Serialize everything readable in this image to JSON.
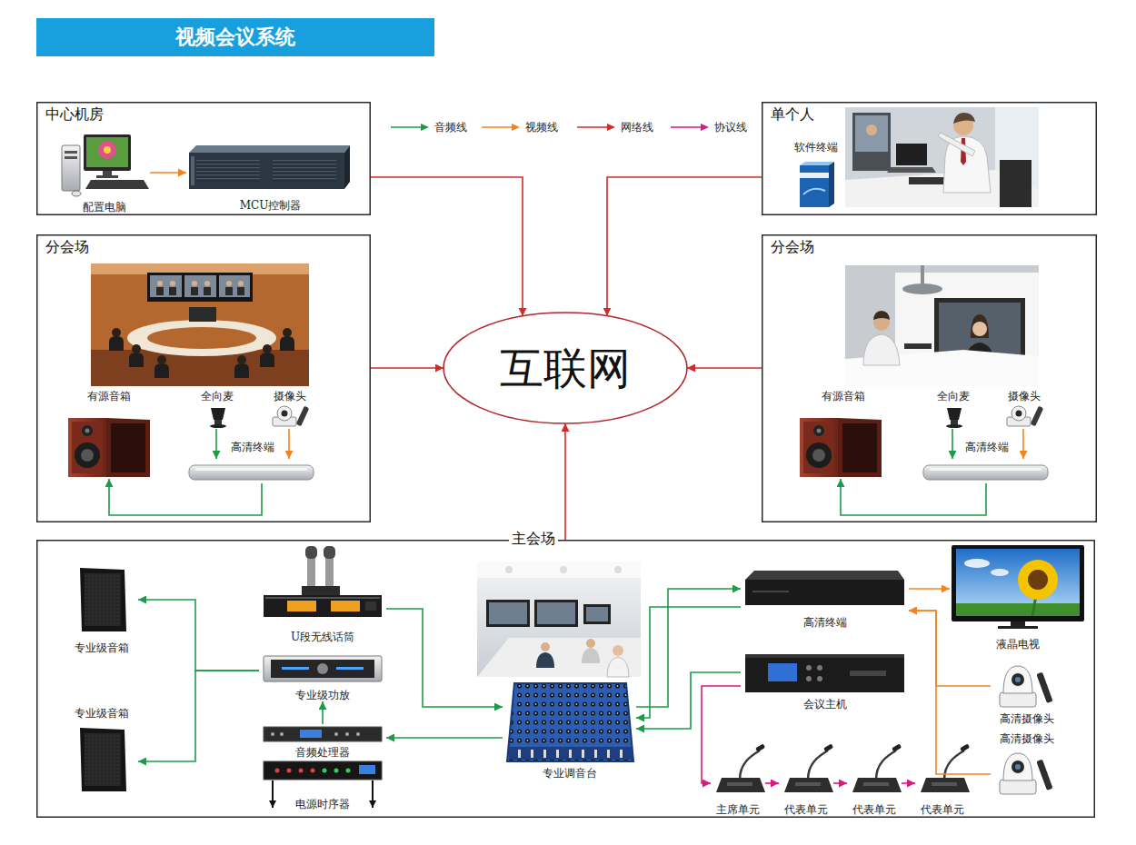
{
  "diagram": {
    "title": "视频会议系统",
    "nodes": [
      {
        "text": [
          "中心机房"
        ]
      },
      {
        "text": [
          "配置电脑"
        ],
        "in": 0
      },
      {
        "text": [
          "MCU控制器"
        ],
        "in": 0
      },
      {
        "text": [
          "单个人"
        ]
      },
      {
        "text": [
          "软件终端"
        ],
        "in": 3
      },
      {
        "text": [
          "分会场"
        ]
      },
      {
        "text": [
          "有源音箱"
        ],
        "in": 5
      },
      {
        "text": [
          "全向麦"
        ],
        "in": 5
      },
      {
        "text": [
          "摄像头"
        ],
        "in": 5
      },
      {
        "text": [
          "高清终端"
        ],
        "in": 5
      },
      {
        "text": [
          "分会场"
        ]
      },
      {
        "text": [
          "有源音箱"
        ],
        "in": 10
      },
      {
        "text": [
          "全向麦"
        ],
        "in": 10
      },
      {
        "text": [
          "摄像头"
        ],
        "in": 10
      },
      {
        "text": [
          "高清终端"
        ],
        "in": 10
      },
      {
        "text": [
          "互联网"
        ]
      },
      {
        "text": [
          "主会场"
        ]
      },
      {
        "text": [
          "专业级音箱"
        ],
        "in": 16
      },
      {
        "text": [
          "专业级音箱"
        ],
        "in": 16
      },
      {
        "text": [
          "U段无线话筒"
        ],
        "in": 16
      },
      {
        "text": [
          "专业级功放"
        ],
        "in": 16
      },
      {
        "text": [
          "音频处理器"
        ],
        "in": 16
      },
      {
        "text": [
          "电源时序器"
        ],
        "in": 16
      },
      {
        "text": [
          "专业调音台"
        ],
        "in": 16
      },
      {
        "text": [
          "高清终端"
        ],
        "in": 16
      },
      {
        "text": [
          "液晶电视"
        ],
        "in": 16
      },
      {
        "text": [
          "会议主机"
        ],
        "in": 16
      },
      {
        "text": [
          "高清摄像头"
        ],
        "in": 16
      },
      {
        "text": [
          "高清摄像头"
        ],
        "in": 16
      },
      {
        "text": [
          "主席单元"
        ],
        "in": 16
      },
      {
        "text": [
          "代表单元"
        ],
        "in": 16
      },
      {
        "text": [
          "代表单元"
        ],
        "in": 16
      },
      {
        "text": [
          "代表单元"
        ],
        "in": 16
      }
    ],
    "edges": [
      {
        "from": 1,
        "to": 2,
        "arrow": "to"
      },
      {
        "from": 0,
        "to": 15,
        "arrow": "to"
      },
      {
        "from": 3,
        "to": 15,
        "arrow": "to"
      },
      {
        "from": 5,
        "to": 15,
        "arrow": "to"
      },
      {
        "from": 10,
        "to": 15,
        "arrow": "to"
      },
      {
        "from": 16,
        "to": 15,
        "arrow": "to"
      },
      {
        "from": 7,
        "to": 9,
        "arrow": "to"
      },
      {
        "from": 8,
        "to": 9,
        "arrow": "to"
      },
      {
        "from": 9,
        "to": 6,
        "arrow": "to"
      },
      {
        "from": 12,
        "to": 14,
        "arrow": "to"
      },
      {
        "from": 13,
        "to": 14,
        "arrow": "to"
      },
      {
        "from": 14,
        "to": 11,
        "arrow": "to"
      },
      {
        "from": 20,
        "to": 17,
        "arrow": "to"
      },
      {
        "from": 20,
        "to": 18,
        "arrow": "to"
      },
      {
        "from": 21,
        "to": 20,
        "arrow": "to"
      },
      {
        "from": 23,
        "to": 21,
        "arrow": "to"
      },
      {
        "from": 19,
        "to": 23,
        "arrow": "to"
      },
      {
        "from": 23,
        "to": 24,
        "arrow": "to"
      },
      {
        "from": 24,
        "to": 23,
        "arrow": "to"
      },
      {
        "from": 26,
        "to": 23,
        "arrow": "to"
      },
      {
        "from": 24,
        "to": 25,
        "arrow": "to"
      },
      {
        "from": 27,
        "to": 24,
        "arrow": "to"
      },
      {
        "from": 28,
        "to": 24,
        "arrow": "to"
      },
      {
        "from": 26,
        "to": 29,
        "arrow": "to"
      },
      {
        "from": 29,
        "to": 30,
        "arrow": "to"
      },
      {
        "from": 30,
        "to": 31,
        "arrow": "to"
      },
      {
        "from": 31,
        "to": 32,
        "arrow": "to"
      }
    ],
    "legend": [
      {
        "text": "音频线"
      },
      {
        "text": "视频线"
      },
      {
        "text": "网络线"
      },
      {
        "text": "协议线"
      }
    ]
  }
}
